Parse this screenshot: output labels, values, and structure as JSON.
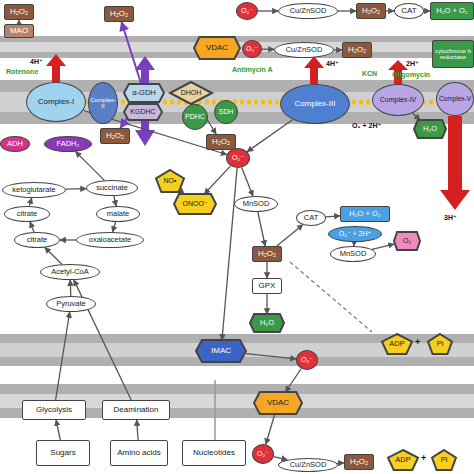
{
  "diagram": {
    "nodes": [
      {
        "text": [
          "H₂O₂"
        ]
      },
      {
        "text": [
          "MAO"
        ]
      },
      {
        "text": [
          "H₂O₂"
        ]
      },
      {
        "text": [
          "O₂⁻"
        ]
      },
      {
        "text": [
          "Cu/ZnSOD"
        ]
      },
      {
        "text": [
          "H₂O₂"
        ]
      },
      {
        "text": [
          "CAT"
        ]
      },
      {
        "text": [
          "H₂O + O₂"
        ]
      },
      {
        "text": [
          "VDAC"
        ]
      },
      {
        "text": [
          "O₂⁻"
        ]
      },
      {
        "text": [
          "Cu/ZnSOD"
        ]
      },
      {
        "text": [
          "H₂O₂"
        ]
      },
      {
        "text": [
          "cytochrome b reductase"
        ]
      },
      {
        "text": [
          "Complex-I"
        ]
      },
      {
        "text": [
          "Complex-II"
        ]
      },
      {
        "text": [
          "α-GDH"
        ]
      },
      {
        "text": [
          "DHOH"
        ]
      },
      {
        "text": [
          "KGDHC"
        ]
      },
      {
        "text": [
          "PDHC"
        ]
      },
      {
        "text": [
          "SDH"
        ]
      },
      {
        "text": [
          "Complex-III"
        ]
      },
      {
        "text": [
          "Complex-IV"
        ]
      },
      {
        "text": [
          "Complex-V"
        ]
      },
      {
        "text": [
          "H₂O"
        ]
      },
      {
        "text": [
          "H₂O₂"
        ]
      },
      {
        "text": [
          "H₂O₂"
        ]
      },
      {
        "text": [
          "ADH"
        ]
      },
      {
        "text": [
          "FADH₂"
        ]
      },
      {
        "text": [
          "O₂⁻"
        ]
      },
      {
        "text": [
          "NO•"
        ]
      },
      {
        "text": [
          "ONOO⁻"
        ]
      },
      {
        "text": [
          "MnSOD"
        ]
      },
      {
        "text": [
          "CAT"
        ]
      },
      {
        "text": [
          "H₂O + O₂"
        ]
      },
      {
        "text": [
          "O₂⁻ + 2H⁺"
        ]
      },
      {
        "text": [
          "O₂"
        ]
      },
      {
        "text": [
          "MnSOD"
        ]
      },
      {
        "text": [
          "H₂O₂"
        ]
      },
      {
        "text": [
          "GPX"
        ]
      },
      {
        "text": [
          "H₂O"
        ]
      },
      {
        "text": [
          "ketoglutarate"
        ]
      },
      {
        "text": [
          "succinate"
        ]
      },
      {
        "text": [
          "citrate"
        ]
      },
      {
        "text": [
          "malate"
        ]
      },
      {
        "text": [
          "citrate"
        ]
      },
      {
        "text": [
          "oxaloacetate"
        ]
      },
      {
        "text": [
          "Acetyl-CoA"
        ]
      },
      {
        "text": [
          "Pyruvate"
        ]
      },
      {
        "text": [
          "IMAC"
        ]
      },
      {
        "text": [
          "O₂⁻"
        ]
      },
      {
        "text": [
          "VDAC"
        ]
      },
      {
        "text": [
          "ADP"
        ]
      },
      {
        "text": [
          "Pi"
        ]
      },
      {
        "text": [
          "O₂⁻"
        ]
      },
      {
        "text": [
          "Cu/ZnSOD"
        ]
      },
      {
        "text": [
          "H₂O₂"
        ]
      },
      {
        "text": [
          "ADP"
        ]
      },
      {
        "text": [
          "Pi"
        ]
      },
      {
        "text": [
          "Glycolysis"
        ]
      },
      {
        "text": [
          "Deamination"
        ]
      },
      {
        "text": [
          "Sugars"
        ]
      },
      {
        "text": [
          "Amino acids"
        ]
      },
      {
        "text": [
          "Nucleotides"
        ]
      }
    ],
    "edges": [
      {
        "from": 1,
        "to": 0,
        "arrow": "to"
      },
      {
        "from": 3,
        "to": 4,
        "arrow": "to"
      },
      {
        "from": 4,
        "to": 5,
        "arrow": "to"
      },
      {
        "from": 5,
        "to": 6,
        "arrow": "to"
      },
      {
        "from": 6,
        "to": 7,
        "arrow": "to"
      },
      {
        "from": 9,
        "to": 10,
        "arrow": "to"
      },
      {
        "from": 10,
        "to": 11,
        "arrow": "to"
      },
      {
        "from": 13,
        "to": 28,
        "arrow": "to"
      },
      {
        "from": 20,
        "to": 28,
        "arrow": "to"
      },
      {
        "from": 15,
        "to": 2,
        "arrow": "to"
      },
      {
        "from": 15,
        "to": 24,
        "arrow": "to"
      },
      {
        "from": 16,
        "to": 25,
        "arrow": "to"
      },
      {
        "from": 28,
        "to": 31,
        "arrow": "to"
      },
      {
        "from": 28,
        "to": 30,
        "arrow": "to"
      },
      {
        "from": 29,
        "to": 30,
        "arrow": "to"
      },
      {
        "from": 31,
        "to": 37,
        "arrow": "to"
      },
      {
        "from": 37,
        "to": 32,
        "arrow": "to"
      },
      {
        "from": 32,
        "to": 33,
        "arrow": "to"
      },
      {
        "from": 34,
        "to": 36,
        "arrow": "to"
      },
      {
        "from": 36,
        "to": 35,
        "arrow": "to"
      },
      {
        "from": 37,
        "to": 38,
        "arrow": "to"
      },
      {
        "from": 38,
        "to": 39,
        "arrow": "to"
      },
      {
        "from": 28,
        "to": 48,
        "arrow": "to"
      },
      {
        "from": 48,
        "to": 49,
        "arrow": "to"
      },
      {
        "from": 49,
        "to": 50,
        "arrow": "to"
      },
      {
        "from": 50,
        "to": 53,
        "arrow": "to"
      },
      {
        "from": 53,
        "to": 54,
        "arrow": "to"
      },
      {
        "from": 54,
        "to": 55,
        "arrow": "to"
      },
      {
        "from": 47,
        "to": 46,
        "arrow": "to"
      },
      {
        "from": 46,
        "to": 44,
        "arrow": "to"
      },
      {
        "from": 44,
        "to": 42,
        "arrow": "to"
      },
      {
        "from": 42,
        "to": 40,
        "arrow": "to"
      },
      {
        "from": 40,
        "to": 41,
        "arrow": "to"
      },
      {
        "from": 41,
        "to": 43,
        "arrow": "to"
      },
      {
        "from": 43,
        "to": 45,
        "arrow": "to"
      },
      {
        "from": 45,
        "to": 44,
        "arrow": "to"
      },
      {
        "from": 58,
        "to": 47,
        "arrow": "to"
      },
      {
        "from": 60,
        "to": 58,
        "arrow": "to"
      },
      {
        "from": 61,
        "to": 59,
        "arrow": "to"
      },
      {
        "from": 59,
        "to": 46,
        "arrow": "to"
      },
      {
        "from": 41,
        "to": 27,
        "arrow": "to"
      },
      {
        "from": 21,
        "to": 23,
        "arrow": "to"
      }
    ],
    "labels": [
      "Rotenone",
      "4H⁺",
      "Antimycin A",
      "4H⁺",
      "KCN",
      "2H⁺",
      "Oligomycin",
      "O₂ + 2H⁺",
      "3H⁺",
      "+",
      "+"
    ]
  }
}
